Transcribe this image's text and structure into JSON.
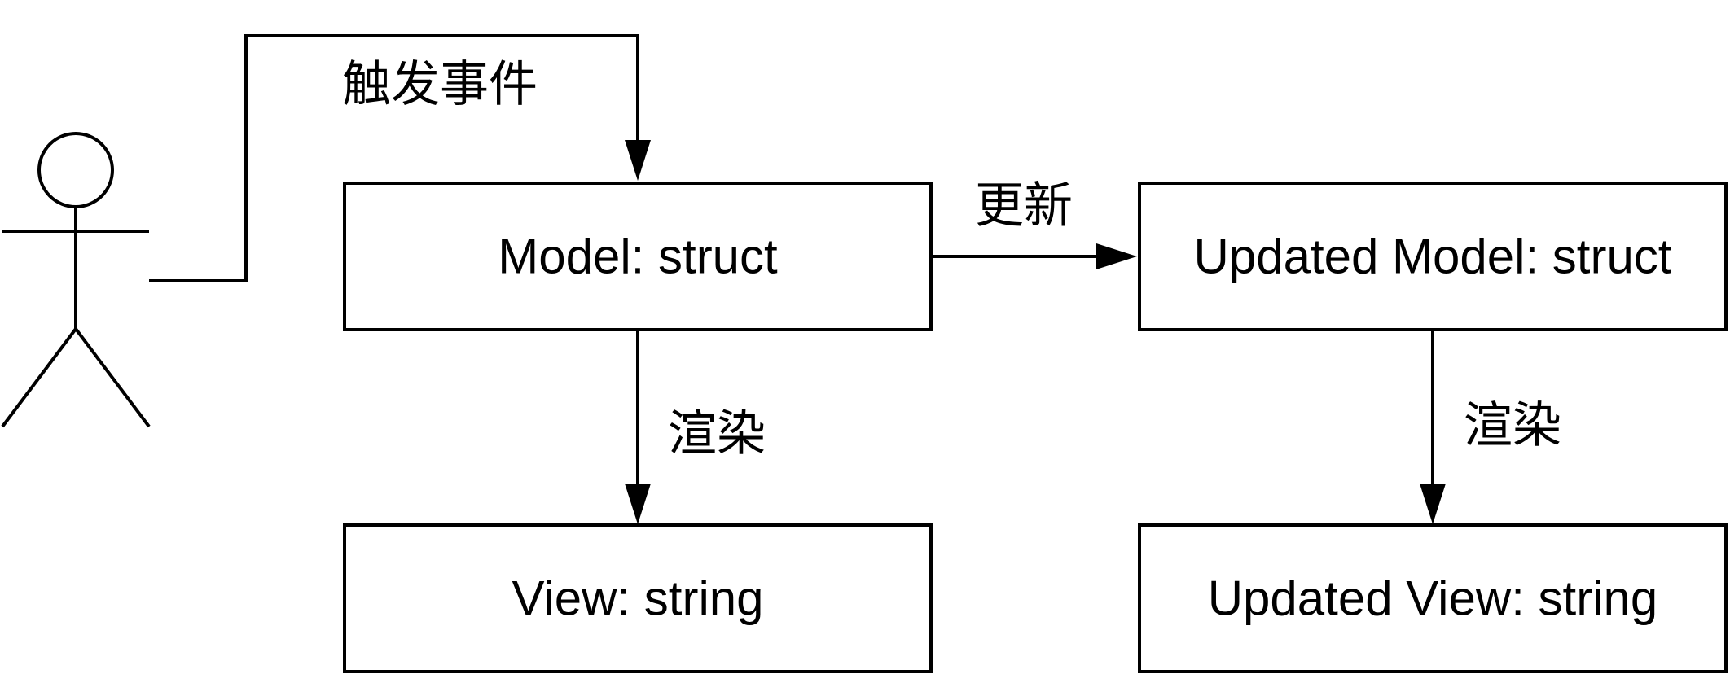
{
  "diagram": {
    "actor": {
      "kind": "stick-figure"
    },
    "nodes": {
      "model": {
        "label": "Model: struct"
      },
      "view": {
        "label": "View: string"
      },
      "updated_model": {
        "label": "Updated Model: struct"
      },
      "updated_view": {
        "label": "Updated View: string"
      }
    },
    "edges": {
      "trigger_event": {
        "label": "触发事件",
        "from": "actor",
        "to": "model"
      },
      "update": {
        "label": "更新",
        "from": "model",
        "to": "updated_model"
      },
      "render_model": {
        "label": "渲染",
        "from": "model",
        "to": "view"
      },
      "render_updated": {
        "label": "渲染",
        "from": "updated_model",
        "to": "updated_view"
      }
    }
  }
}
